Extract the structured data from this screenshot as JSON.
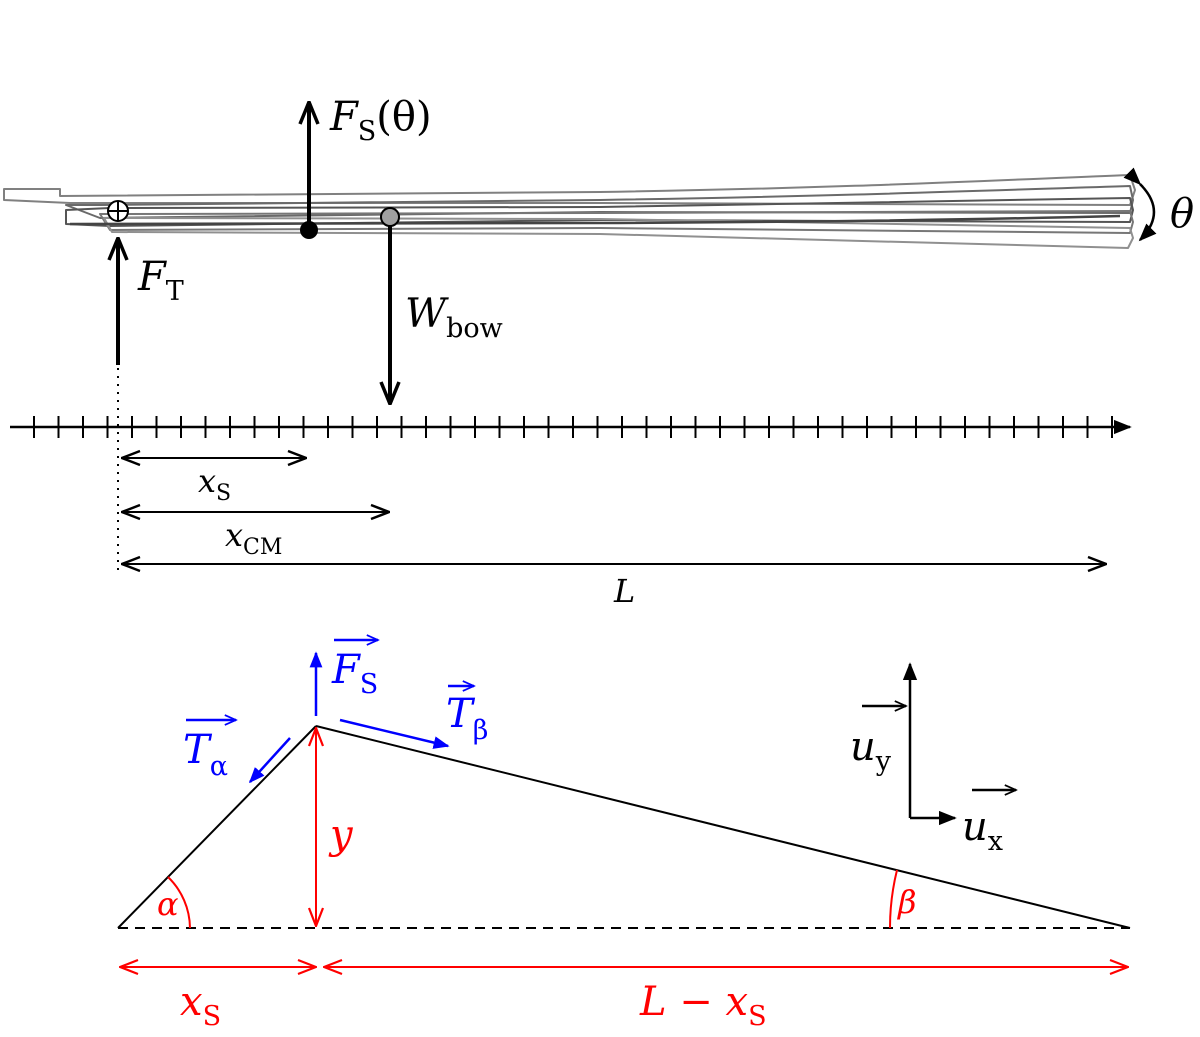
{
  "colors": {
    "black": "#000000",
    "red": "#ff0000",
    "blue": "#0000ff",
    "bow_gray": "#808080",
    "cm_fill": "#a0a0a0"
  },
  "icons": {
    "pivot": "circled-plus-icon"
  },
  "top": {
    "fs_label": "F",
    "fs_sub": "S",
    "fs_arg": "(θ)",
    "ft_label": "F",
    "ft_sub": "T",
    "w_label": "W",
    "w_sub": "bow",
    "theta_label": "θ",
    "xs_label": "x",
    "xs_sub": "S",
    "xcm_label": "x",
    "xcm_sub": "CM",
    "l_label": "L"
  },
  "bottom": {
    "fs_label": "F",
    "fs_sub": "S",
    "ta_label": "T",
    "ta_sub": "α",
    "tb_label": "T",
    "tb_sub": "β",
    "uy_label": "u",
    "uy_sub": "y",
    "ux_label": "u",
    "ux_sub": "x",
    "y_label": "y",
    "alpha_label": "α",
    "beta_label": "β",
    "xs_label": "x",
    "xs_sub": "S",
    "lxs_label": "L − x",
    "lxs_sub": "S"
  }
}
